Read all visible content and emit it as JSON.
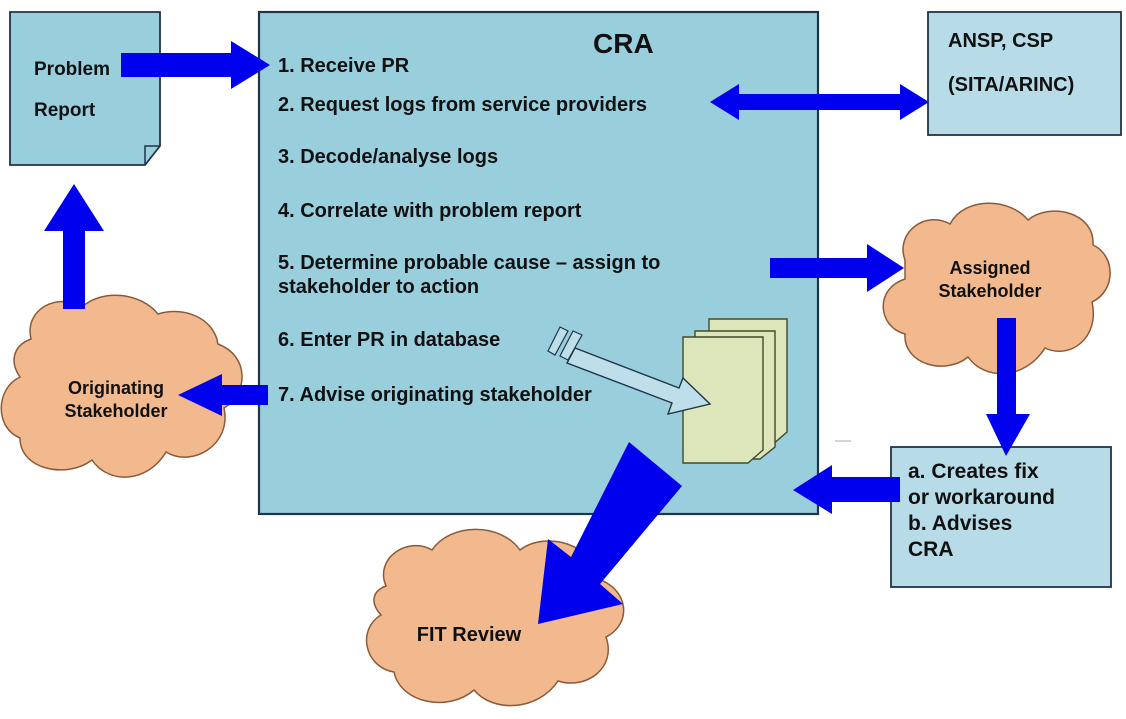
{
  "colors": {
    "box_fill": "#99CEDD",
    "box_fill_light": "#B7DCE8",
    "box_stroke": "#1F3447",
    "cloud_fill": "#F2B98F",
    "cloud_stroke": "#8A5A3A",
    "arrow_blue": "#0000EE",
    "arrow_light_fill": "#BEDFE9",
    "paper_fill": "#DDE6BA",
    "paper_stroke": "#3F4A2A",
    "text": "#111111"
  },
  "diagram": {
    "problem_report": [
      "Problem",
      "Report"
    ],
    "cra": {
      "title": "CRA",
      "steps": [
        "1. Receive PR",
        "2. Request logs from service providers",
        "3. Decode/analyse logs",
        "4. Correlate with problem report",
        "5. Determine probable cause – assign to",
        "stakeholder to action",
        "6. Enter PR in database",
        "7. Advise originating stakeholder"
      ]
    },
    "ansp_csp": [
      "ANSP, CSP",
      "(SITA/ARINC)"
    ],
    "assigned_stakeholder": [
      "Assigned",
      "Stakeholder"
    ],
    "originating_stakeholder": [
      "Originating",
      "Stakeholder"
    ],
    "fix_box": [
      "a. Creates fix",
      "or workaround",
      "b. Advises",
      "CRA"
    ],
    "fit_review": "FIT Review"
  }
}
